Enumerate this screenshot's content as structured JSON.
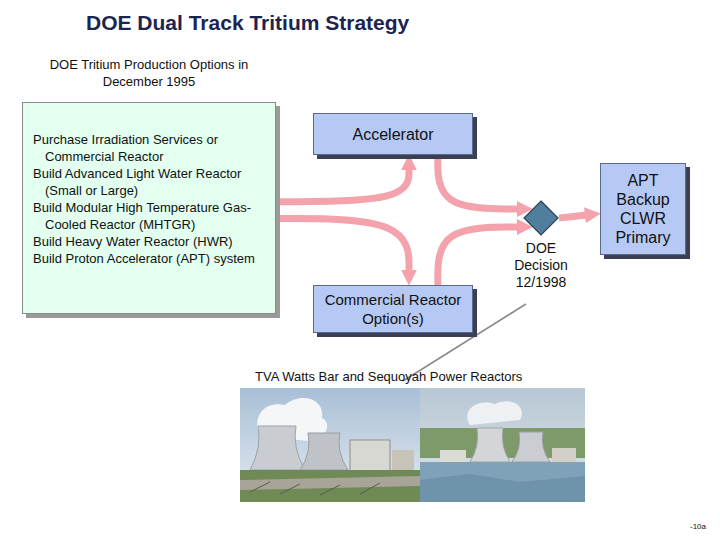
{
  "diagram": {
    "title": "DOE Dual Track Tritium Strategy",
    "nodes": [
      {
        "text": [
          "DOE Tritium Production Options in December 1995",
          "Purchase Irradiation Services or Commercial Reactor",
          "Build Advanced Light Water Reactor (Small or Large)",
          "Build Modular High Temperature Gas-Cooled Reactor (MHTGR)",
          "Build Heavy Water Reactor (HWR)",
          "Build Proton Accelerator (APT) system"
        ]
      },
      {
        "text": [
          "Accelerator"
        ]
      },
      {
        "text": [
          "Commercial Reactor Option(s)"
        ]
      },
      {
        "text": [
          "DOE Decision 12/1998"
        ]
      },
      {
        "text": [
          "APT Backup",
          "CLWR Primary"
        ]
      }
    ],
    "edges": [
      {
        "from": 0,
        "to": 1,
        "arrow": "to"
      },
      {
        "from": 0,
        "to": 2,
        "arrow": "to"
      },
      {
        "from": 1,
        "to": 3,
        "arrow": "to"
      },
      {
        "from": 2,
        "to": 3,
        "arrow": "to"
      },
      {
        "from": 3,
        "to": 4,
        "arrow": "to"
      }
    ],
    "labels": [
      "TVA Watts Bar and Sequoyah Power Reactors",
      "-10a"
    ]
  }
}
